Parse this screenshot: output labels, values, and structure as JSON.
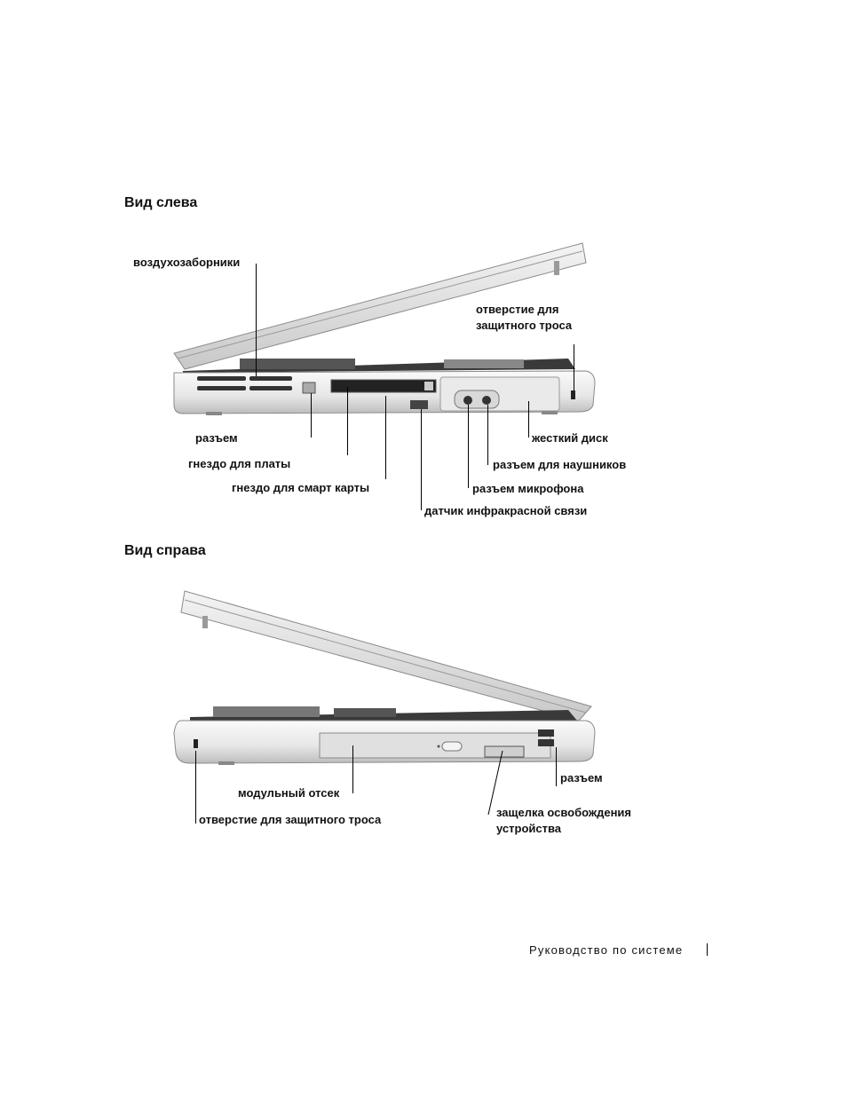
{
  "left_view": {
    "heading": "Вид слева",
    "labels": {
      "air_vents": "воздухозаборники",
      "security_slot": "отверстие для защитного троса",
      "connector": "разъем",
      "card_slot": "гнездо для платы",
      "smart_card_slot": "гнездо для смарт карты",
      "infrared_sensor": "датчик инфракрасной связи",
      "hard_drive": "жесткий диск",
      "headphone_connector": "разъем для наушников",
      "microphone_connector": "разъем микрофона"
    }
  },
  "right_view": {
    "heading": "Вид справа",
    "labels": {
      "modular_bay": "модульный отсек",
      "security_slot": "отверстие для защитного троса",
      "connector": "разъем",
      "device_latch": "защелка освобождения устройства"
    }
  },
  "footer": {
    "text": "Руководство по системе"
  }
}
